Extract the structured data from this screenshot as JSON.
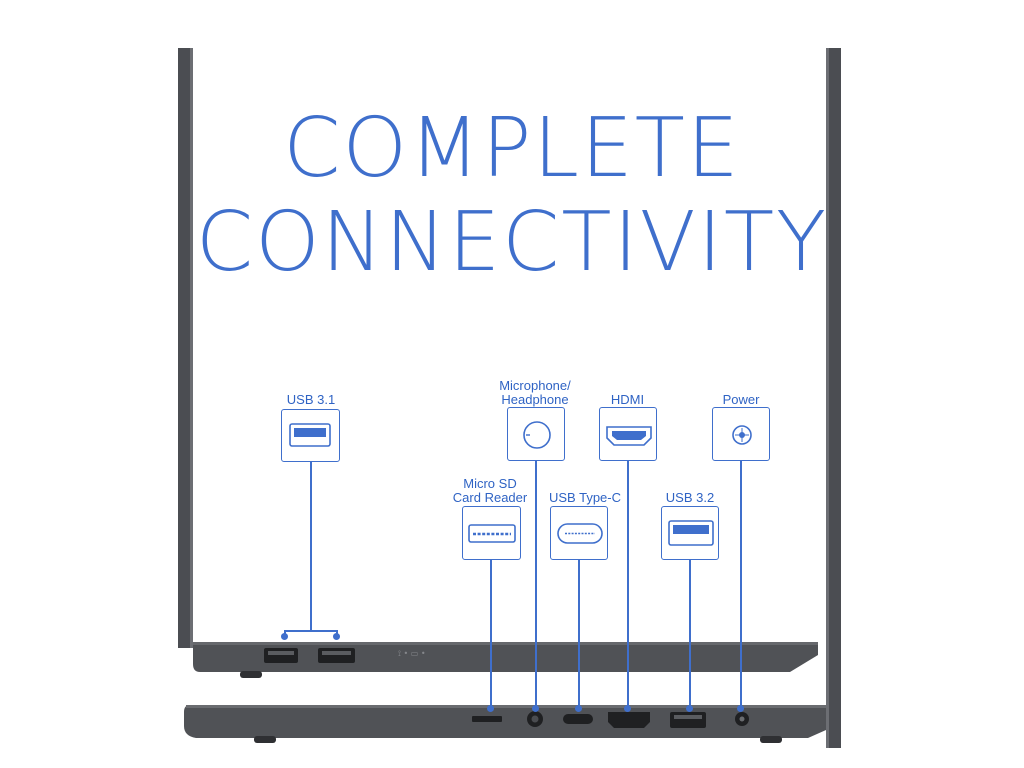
{
  "headline": {
    "line1": "COMPLETE",
    "line2": "CONNECTIVITY"
  },
  "ports": {
    "usb31": {
      "label": "USB 3.1",
      "icon": "usb-a-icon"
    },
    "mic": {
      "label_line1": "Microphone/",
      "label_line2": "Headphone",
      "icon": "headphone-jack-icon"
    },
    "hdmi": {
      "label": "HDMI",
      "icon": "hdmi-icon"
    },
    "power": {
      "label": "Power",
      "icon": "power-jack-icon"
    },
    "microsd": {
      "label_line1": "Micro SD",
      "label_line2": "Card Reader",
      "icon": "microsd-slot-icon"
    },
    "usbc": {
      "label": "USB Type-C",
      "icon": "usb-c-icon"
    },
    "usb32": {
      "label": "USB 3.2",
      "icon": "usb-a-icon"
    }
  },
  "colors": {
    "accent": "#3f6fcc",
    "laptop_body": "#4a4c50"
  }
}
